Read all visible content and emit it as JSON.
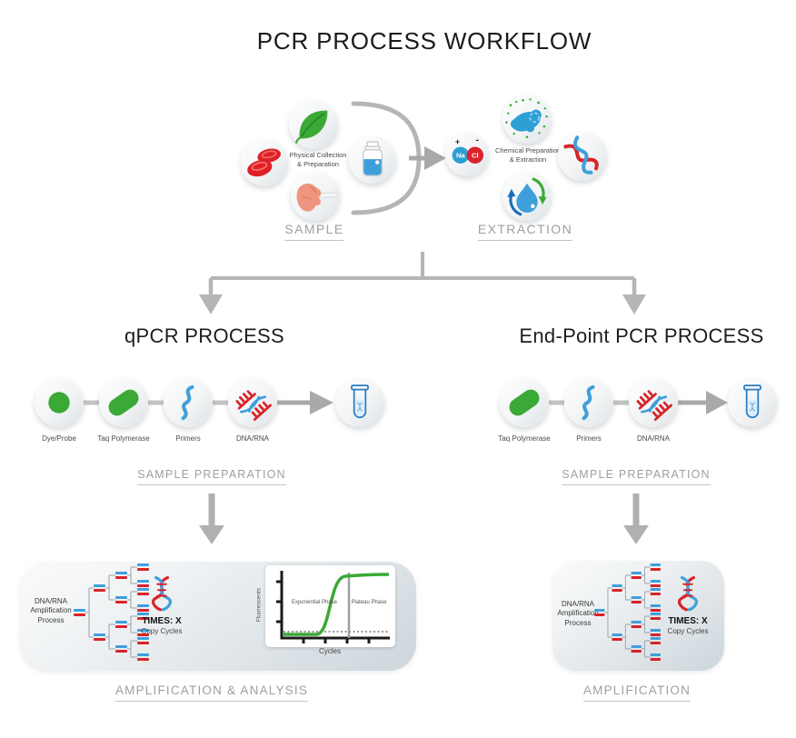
{
  "title": "PCR PROCESS WORKFLOW",
  "sample": {
    "label": "SAMPLE",
    "caption_lines": [
      "Physical Collection",
      "& Preparation"
    ],
    "icons": [
      "blood-cells-icon",
      "leaf-icon",
      "hand-swab-icon",
      "sample-vial-icon"
    ]
  },
  "extraction": {
    "label": "EXTRACTION",
    "caption_lines": [
      "Chemical Preparation",
      "& Extraction"
    ],
    "na": "Na",
    "cl": "Cl",
    "na_charge": "+",
    "cl_charge": "-",
    "icons": [
      "sodium-chloride-icon",
      "bacteria-icon",
      "water-recycle-icon",
      "dna-helix-icon"
    ]
  },
  "qpcr": {
    "title": "qPCR PROCESS",
    "steps": [
      "Dye/Probe",
      "Taq Polymerase",
      "Primers",
      "DNA/RNA"
    ],
    "prep_label": "SAMPLE PREPARATION",
    "result_label": "AMPLIFICATION & ANALYSIS",
    "box": {
      "process_lines": [
        "DNA/RNA",
        "Amplification",
        "Process"
      ],
      "times": "TIMES: X",
      "copy_cycles": "Copy Cycles"
    },
    "chart": {
      "ylabel": "Fluorescents",
      "xlabel": "Cycles",
      "phase1": "Exponential Phase",
      "phase2": "Plateau Phase"
    }
  },
  "endpoint": {
    "title": "End-Point PCR PROCESS",
    "steps": [
      "Taq Polymerase",
      "Primers",
      "DNA/RNA"
    ],
    "prep_label": "SAMPLE PREPARATION",
    "result_label": "AMPLIFICATION",
    "box": {
      "process_lines": [
        "DNA/RNA",
        "Amplification",
        "Process"
      ],
      "times": "TIMES: X",
      "copy_cycles": "Copy Cycles"
    }
  },
  "colors": {
    "green": "#3aa935",
    "blue": "#3f9fdb",
    "red": "#d8232a",
    "arrow_gray": "#b5b5b5",
    "label_gray": "#9aa0a4"
  }
}
